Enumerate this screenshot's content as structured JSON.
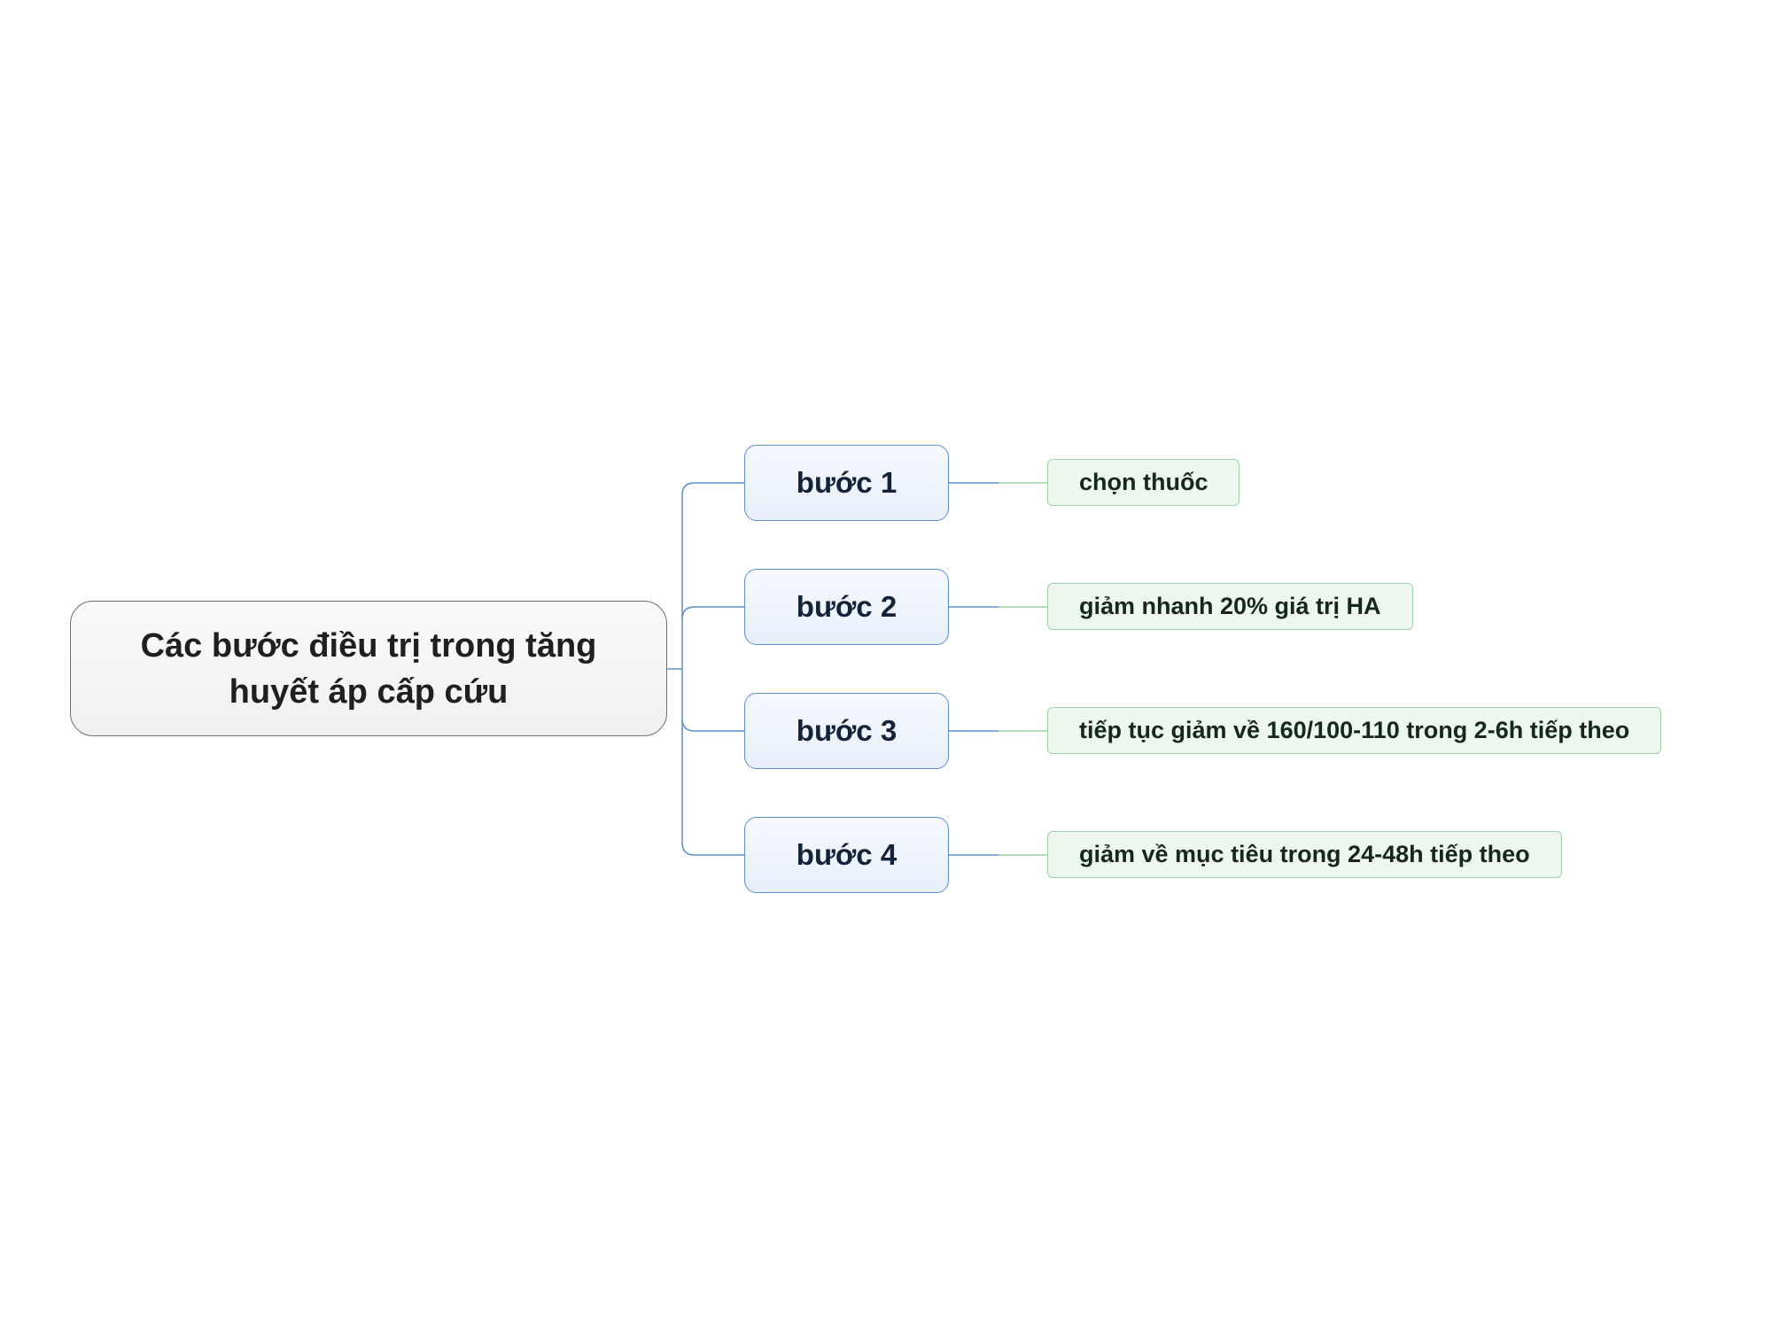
{
  "mindmap": {
    "root": {
      "label": "Các bước điều trị trong tăng huyết áp cấp cứu"
    },
    "branches": [
      {
        "label": "bước 1",
        "detail": "chọn thuốc"
      },
      {
        "label": "bước 2",
        "detail": "giảm nhanh 20% giá trị HA"
      },
      {
        "label": "bước 3",
        "detail": "tiếp tục giảm về 160/100-110 trong 2-6h tiếp theo"
      },
      {
        "label": "bước 4",
        "detail": "giảm về mục tiêu trong 24-48h tiếp theo"
      }
    ]
  },
  "colors": {
    "root_border": "#6e6e6e",
    "step_border": "#5b8fcf",
    "step_connector": "#5b8fcf",
    "leaf_border": "#9fd0a8",
    "leaf_connector": "#9fd0a8"
  }
}
